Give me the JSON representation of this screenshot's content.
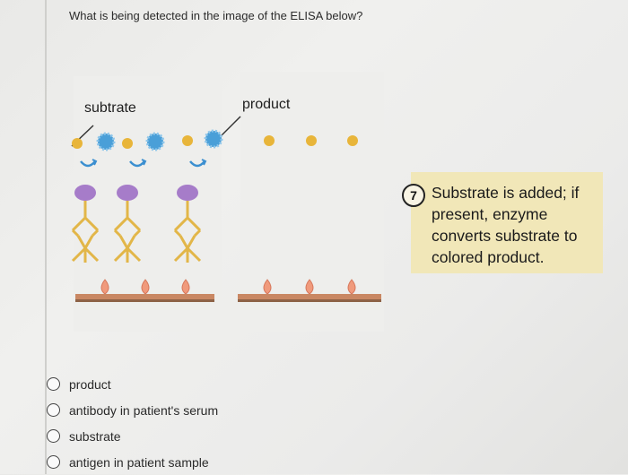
{
  "question": {
    "text": "What is being detected in the image of the ELISA below?"
  },
  "figure": {
    "left_label": "subtrate",
    "right_label": "product",
    "step": {
      "number": "7",
      "text": "Substrate is added; if present, enzyme converts substrate to colored product."
    },
    "colors": {
      "substrate": "#4a9fd8",
      "product": "#e8b53a",
      "antibody_head": "#a67cc9",
      "antigen": "#f09a7c",
      "plate": "#c98763"
    }
  },
  "options": [
    {
      "label": "product"
    },
    {
      "label": "antibody in patient's serum"
    },
    {
      "label": "substrate"
    },
    {
      "label": "antigen in patient sample"
    }
  ]
}
